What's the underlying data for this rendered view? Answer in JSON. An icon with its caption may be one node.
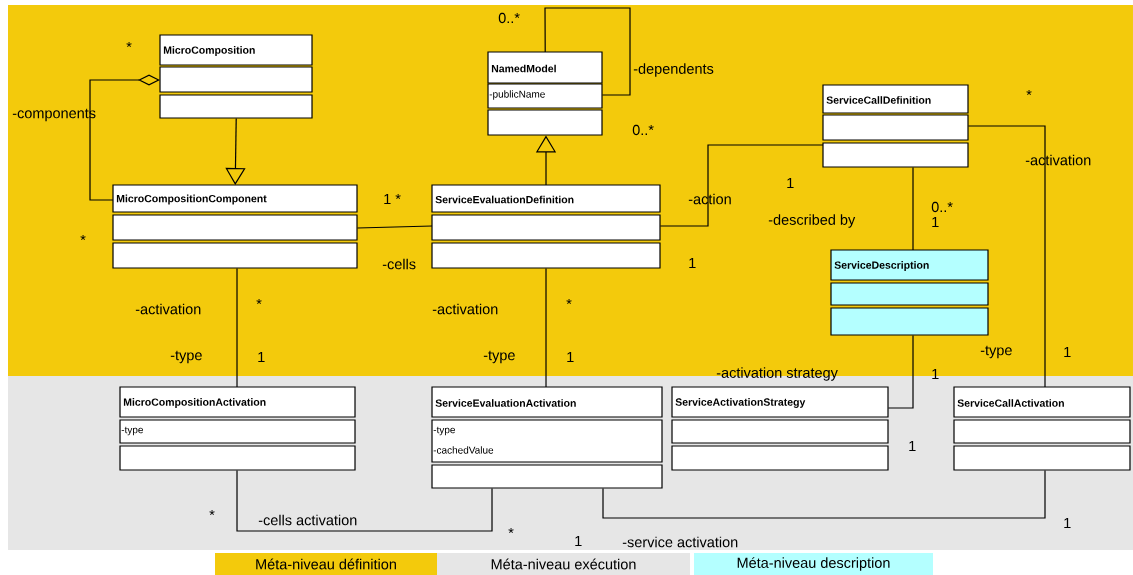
{
  "diagram": {
    "nodes": [
      {
        "text": [
          "MicroComposition"
        ]
      },
      {
        "text": [
          "NamedModel",
          "-publicName"
        ]
      },
      {
        "text": [
          "MicroCompositionComponent"
        ]
      },
      {
        "text": [
          "ServiceEvaluationDefinition"
        ]
      },
      {
        "text": [
          "ServiceCallDefinition"
        ]
      },
      {
        "text": [
          "ServiceDescription"
        ]
      },
      {
        "text": [
          "MicroCompositionActivation",
          "-type"
        ]
      },
      {
        "text": [
          "ServiceEvaluationActivation",
          "-type",
          "-cachedValue"
        ]
      },
      {
        "text": [
          "ServiceActivationStrategy"
        ]
      },
      {
        "text": [
          "ServiceCallActivation"
        ]
      }
    ],
    "edges": [
      {
        "from": 2,
        "to": 0,
        "arrow": "other"
      },
      {
        "from": 0,
        "to": 2,
        "arrow": "to"
      },
      {
        "from": 1,
        "to": 1,
        "arrow": "none"
      },
      {
        "from": 3,
        "to": 1,
        "arrow": "to"
      },
      {
        "from": 2,
        "to": 3,
        "arrow": "none"
      },
      {
        "from": 3,
        "to": 4,
        "arrow": "none"
      },
      {
        "from": 4,
        "to": 5,
        "arrow": "none"
      },
      {
        "from": 4,
        "to": 9,
        "arrow": "none"
      },
      {
        "from": 2,
        "to": 6,
        "arrow": "none"
      },
      {
        "from": 3,
        "to": 7,
        "arrow": "none"
      },
      {
        "from": 5,
        "to": 8,
        "arrow": "none"
      },
      {
        "from": 6,
        "to": 7,
        "arrow": "none"
      },
      {
        "from": 7,
        "to": 9,
        "arrow": "none"
      }
    ],
    "labels": [
      "0..*",
      "*",
      "-dependents",
      "-components",
      "*",
      "0..*",
      "-activation",
      "1",
      "1 *",
      "-action",
      "0..*",
      "-described by",
      "1",
      "*",
      "-cells",
      "1",
      "-activation",
      "*",
      "-activation",
      "*",
      "-type",
      "1",
      "-type",
      "1",
      "-type",
      "1",
      "-activation strategy",
      "1",
      "1",
      "*",
      "-cells activation",
      "*",
      "1",
      "1",
      "-service activation"
    ],
    "legend": [
      {
        "text": "Méta-niveau définition",
        "color": "#f3ca0c"
      },
      {
        "text": "Méta-niveau exécution",
        "color": "#e6e6e6"
      },
      {
        "text": "Méta-niveau description",
        "color": "#b4ffff"
      }
    ]
  }
}
